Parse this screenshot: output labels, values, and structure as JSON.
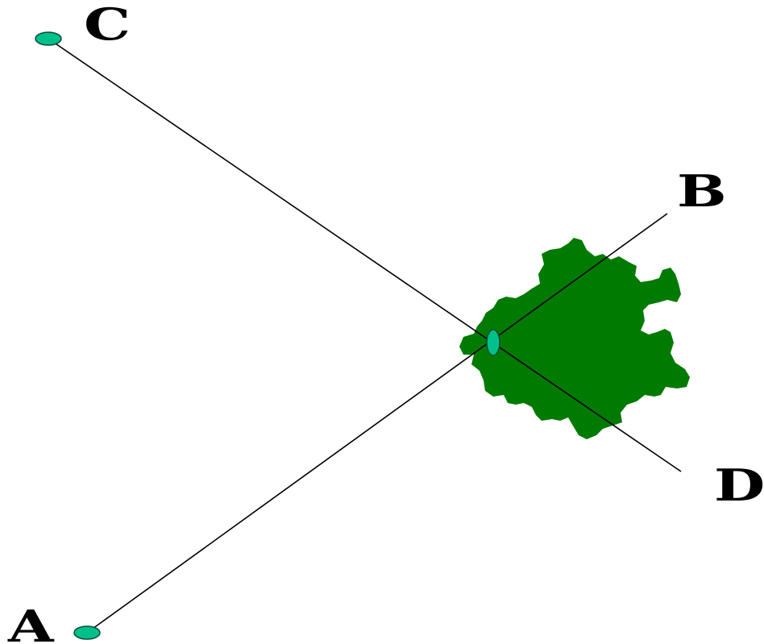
{
  "points": {
    "a": {
      "label": "A"
    },
    "b": {
      "label": "B"
    },
    "c": {
      "label": "C"
    },
    "d": {
      "label": "D"
    }
  },
  "colors": {
    "line": "#000000",
    "node_fill": "#00c08a",
    "node_stroke": "#0a4a3a",
    "blob": "#007a00",
    "label": "#000000"
  }
}
